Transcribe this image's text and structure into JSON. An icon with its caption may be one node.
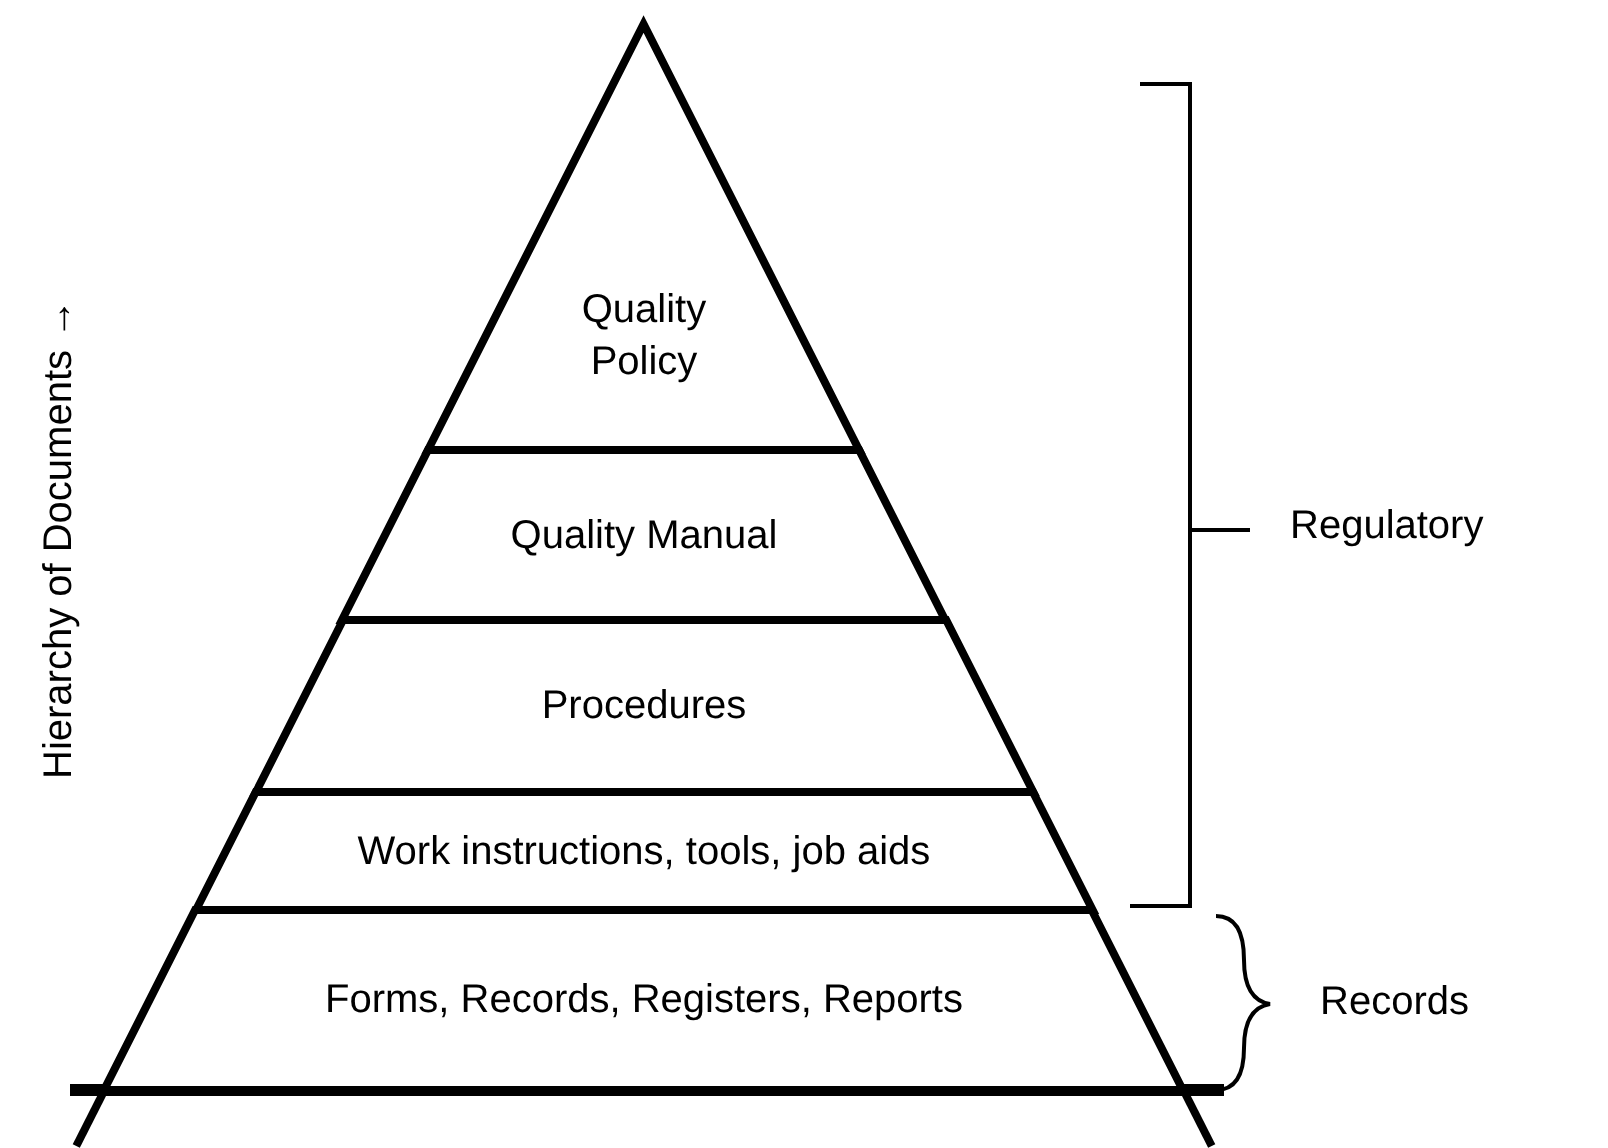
{
  "diagram": {
    "nodes": [
      {
        "text": [
          "Quality Policy"
        ]
      },
      {
        "text": [
          "Quality Manual"
        ]
      },
      {
        "text": [
          "Procedures"
        ]
      },
      {
        "text": [
          "Work instructions, tools, job aids"
        ]
      },
      {
        "text": [
          "Forms, Records, Registers, Reports"
        ]
      }
    ],
    "labels": [
      "Hierarchy of Documents →",
      "Regulatory",
      "Records"
    ]
  }
}
